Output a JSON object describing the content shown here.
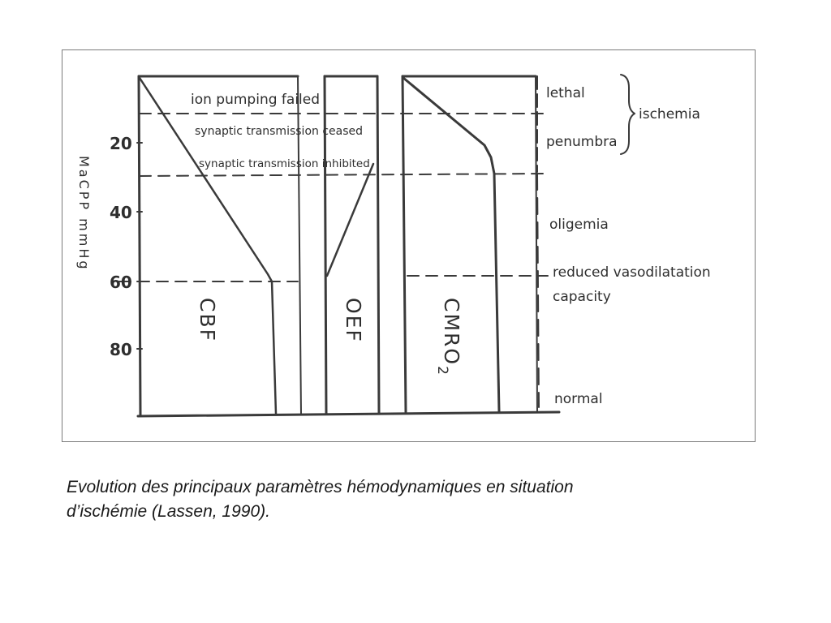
{
  "figure": {
    "y_axis_label": "MaCPP mmHg",
    "y_ticks": [
      "20",
      "40",
      "60",
      "80"
    ],
    "panels": [
      "CBF",
      "OEF",
      "CMRO"
    ],
    "cmro_subscript": "2",
    "thresholds": {
      "ion_pumping": "ion pumping failed",
      "synaptic_ceased": "synaptic transmission ceased",
      "synaptic_inhibited": "synaptic transmission inhibited"
    },
    "states": {
      "lethal": "lethal",
      "penumbra": "penumbra",
      "ischemia": "ischemia",
      "oligemia": "oligemia",
      "reduced_line1": "reduced vasodilatation",
      "reduced_line2": "capacity",
      "normal": "normal"
    }
  },
  "caption": {
    "line1": "Evolution des principaux paramètres hémodynamiques en situation",
    "line2": "d’ischémie (Lassen, 1990)."
  }
}
